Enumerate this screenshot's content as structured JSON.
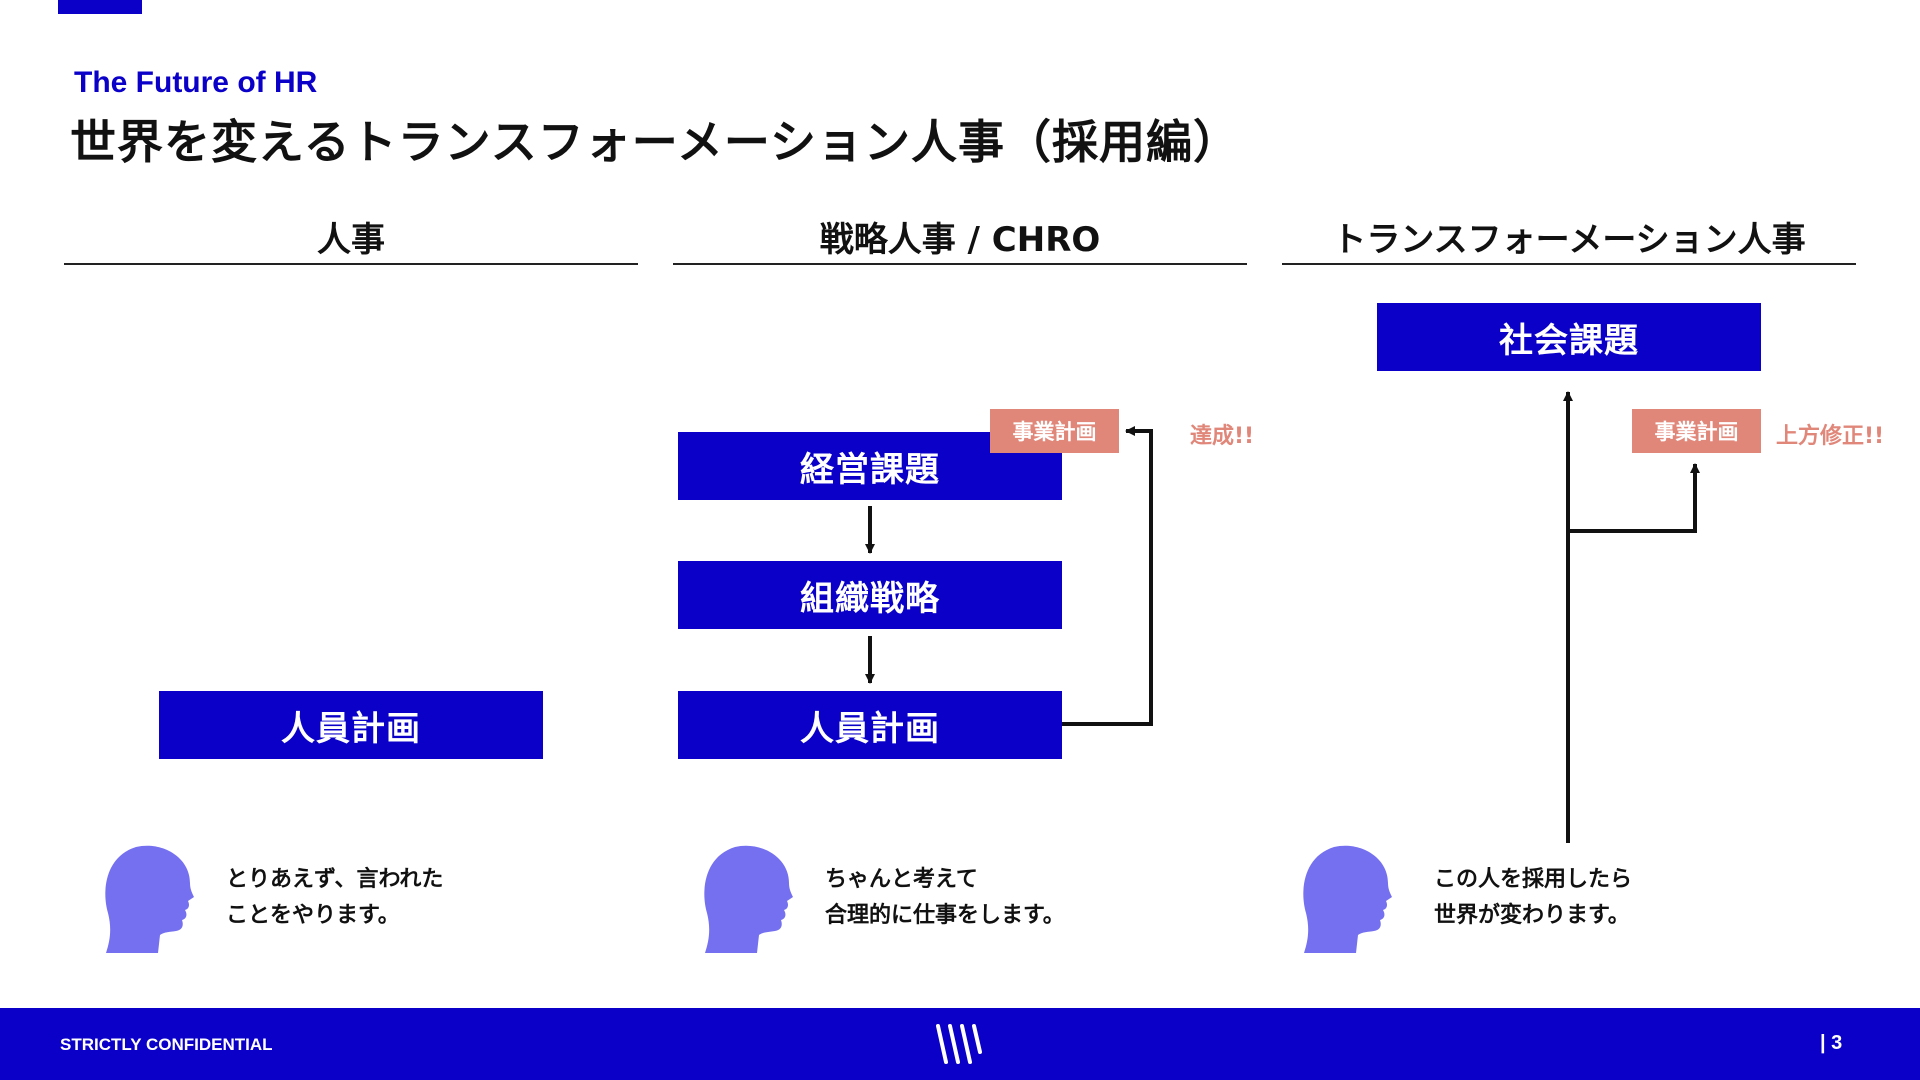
{
  "slide": {
    "subtitle": "The Future of HR",
    "title": "世界を変えるトランスフォーメーション人事（採用編）"
  },
  "columns": [
    {
      "header": "人事",
      "boxes": [
        "人員計画"
      ],
      "description": [
        "とりあえず、言われた",
        "ことをやります。"
      ]
    },
    {
      "header": "戦略人事 / CHRO",
      "boxes": [
        "経営課題",
        "組織戦略",
        "人員計画"
      ],
      "tag": "事業計画",
      "note": "達成!!",
      "description": [
        "ちゃんと考えて",
        "合理的に仕事をします。"
      ]
    },
    {
      "header": "トランスフォーメーション人事",
      "boxes": [
        "社会課題"
      ],
      "tag": "事業計画",
      "note": "上方修正!!",
      "description": [
        "この人を採用したら",
        "世界が変わります。"
      ]
    }
  ],
  "footer": {
    "confidential": "STRICTLY CONFIDENTIAL",
    "page": "| 3"
  },
  "colors": {
    "brand_blue": "#0a00c8",
    "salmon": "#e0877a",
    "head_purple": "#7570ef"
  },
  "icons": {
    "person": "person-head-silhouette-icon",
    "logo": "brand-logo-icon"
  }
}
